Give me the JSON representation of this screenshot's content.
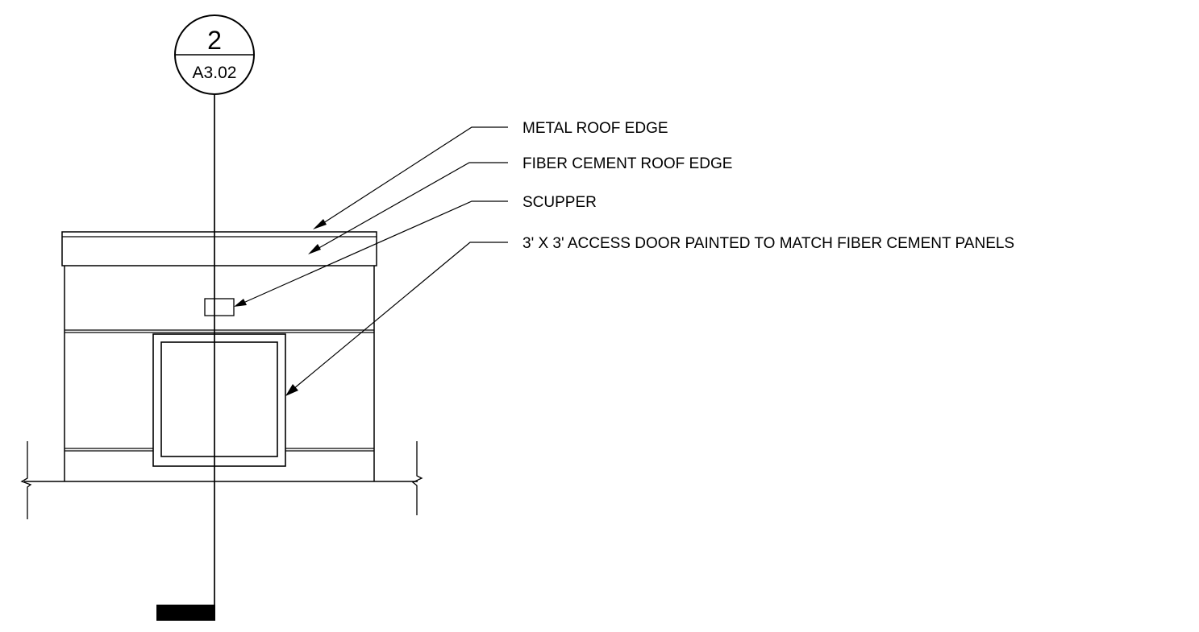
{
  "section_tag": {
    "number": "2",
    "sheet": "A3.02"
  },
  "callouts": [
    {
      "id": "metal-roof-edge",
      "text": "METAL ROOF EDGE"
    },
    {
      "id": "fiber-cement-roof-edge",
      "text": "FIBER CEMENT ROOF EDGE"
    },
    {
      "id": "scupper",
      "text": "SCUPPER"
    },
    {
      "id": "access-door",
      "text": "3' X 3' ACCESS DOOR PAINTED TO MATCH FIBER CEMENT PANELS"
    }
  ],
  "colors": {
    "line": "#000000",
    "background": "#ffffff"
  }
}
